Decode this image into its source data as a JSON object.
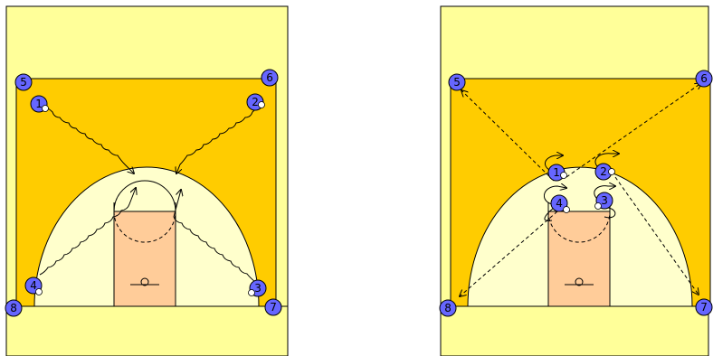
{
  "diagrams": [
    {
      "id": "left",
      "players": [
        {
          "label": "1",
          "has_ball": true
        },
        {
          "label": "2",
          "has_ball": true
        },
        {
          "label": "3",
          "has_ball": true
        },
        {
          "label": "4",
          "has_ball": true
        },
        {
          "label": "5",
          "has_ball": false
        },
        {
          "label": "6",
          "has_ball": false
        },
        {
          "label": "7",
          "has_ball": false
        },
        {
          "label": "8",
          "has_ball": false
        }
      ]
    },
    {
      "id": "right",
      "players": [
        {
          "label": "1",
          "has_ball": true
        },
        {
          "label": "2",
          "has_ball": true
        },
        {
          "label": "3",
          "has_ball": true
        },
        {
          "label": "4",
          "has_ball": true
        },
        {
          "label": "5",
          "has_ball": false
        },
        {
          "label": "6",
          "has_ball": false
        },
        {
          "label": "7",
          "has_ball": false
        },
        {
          "label": "8",
          "has_ball": false
        }
      ]
    }
  ],
  "colors": {
    "court": "#ffff99",
    "zone": "#ffcc00",
    "arc_area": "#ffffcc",
    "paint": "#ffcc99",
    "player": "#6666ff"
  }
}
